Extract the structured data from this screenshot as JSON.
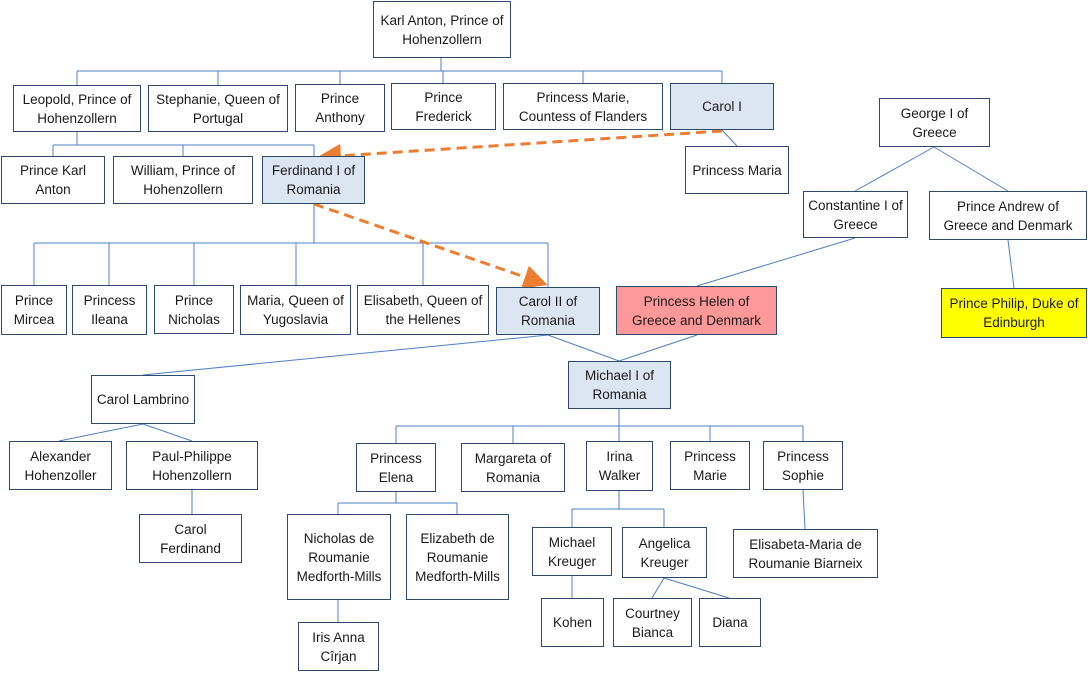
{
  "colors": {
    "highlight_line": "#dce6f2",
    "helen": "#ff9999",
    "philip": "#ffff00",
    "line": "#4f7fc6",
    "arrow": "#ed7d31"
  },
  "people": {
    "karl_anton": "Karl Anton, Prince of Hohenzollern",
    "leopold": "Leopold, Prince of Hohenzollern",
    "stephanie": "Stephanie, Queen of Portugal",
    "anthony": "Prince Anthony",
    "frederick": "Prince Frederick",
    "marie_flanders": "Princess Marie, Countess of Flanders",
    "carol_i": "Carol I",
    "karl_anton_jr": "Prince Karl Anton",
    "william": "William, Prince of Hohenzollern",
    "ferdinand_i": "Ferdinand I of Romania",
    "maria_ci": "Princess Maria",
    "george_i": "George I of Greece",
    "constantine_i": "Constantine I of Greece",
    "andrew": "Prince Andrew of Greece and Denmark",
    "mircea": "Prince Mircea",
    "ileana": "Princess Ileana",
    "nicholas": "Prince Nicholas",
    "maria_yugo": "Maria, Queen of Yugoslavia",
    "elisabeth": "Elisabeth, Queen of the Hellenes",
    "carol_ii": "Carol II of Romania",
    "helen": "Princess Helen of Greece and Denmark",
    "philip": "Prince Philip, Duke of Edinburgh",
    "carol_lambrino": "Carol Lambrino",
    "michael_i": "Michael I of Romania",
    "alexander": "Alexander Hohenzoller",
    "paul_philippe": "Paul-Philippe Hohenzollern",
    "carol_ferdinand": "Carol Ferdinand",
    "elena": "Princess Elena",
    "margareta": "Margareta of Romania",
    "irina": "Irina Walker",
    "marie_m": "Princess Marie",
    "sophie": "Princess Sophie",
    "nicholas_mm": "Nicholas de Roumanie Medforth-Mills",
    "elizabeth_mm": "Elizabeth de Roumanie Medforth-Mills",
    "michael_kreuger": "Michael Kreuger",
    "angelica": "Angelica Kreuger",
    "elisabeta_maria": "Elisabeta-Maria de Roumanie Biarneix",
    "iris": "Iris Anna Cîrjan",
    "kohen": "Kohen",
    "courtney": "Courtney Bianca",
    "diana": "Diana"
  }
}
